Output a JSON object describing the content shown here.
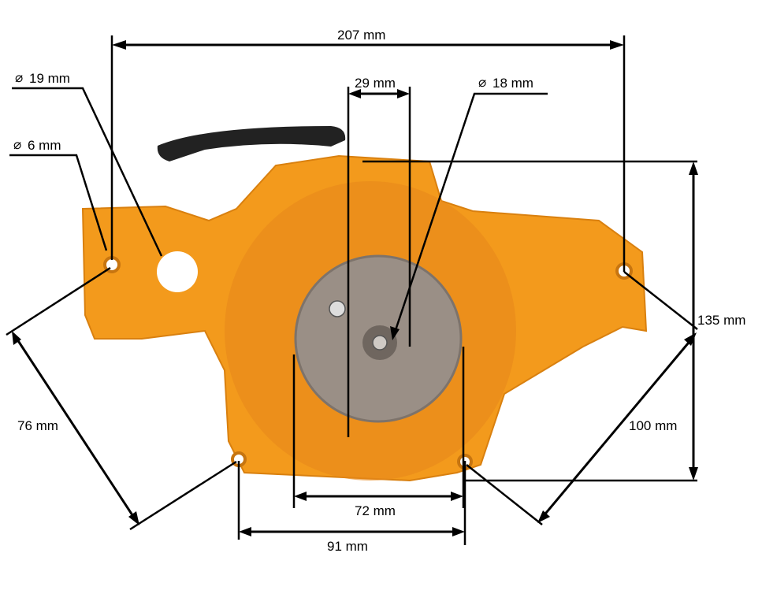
{
  "product": {
    "description_visible": false,
    "colors": {
      "housing": "#f39a1c",
      "housing_shade": "#d9800f",
      "handle": "#222222",
      "pulley": "#9a8f86",
      "lines": "#000000"
    }
  },
  "dimensions": {
    "overall_width": "207 mm",
    "hole_large_diameter": "19 mm",
    "hole_small_diameter": "6 mm",
    "pulley_offset": "29 mm",
    "center_hole_diameter": "18 mm",
    "overall_height": "135 mm",
    "diagonal_right": "100 mm",
    "diagonal_left": "76 mm",
    "inner_width": "72 mm",
    "bottom_holes_spacing": "91 mm",
    "diameter_symbol": "⌀"
  }
}
